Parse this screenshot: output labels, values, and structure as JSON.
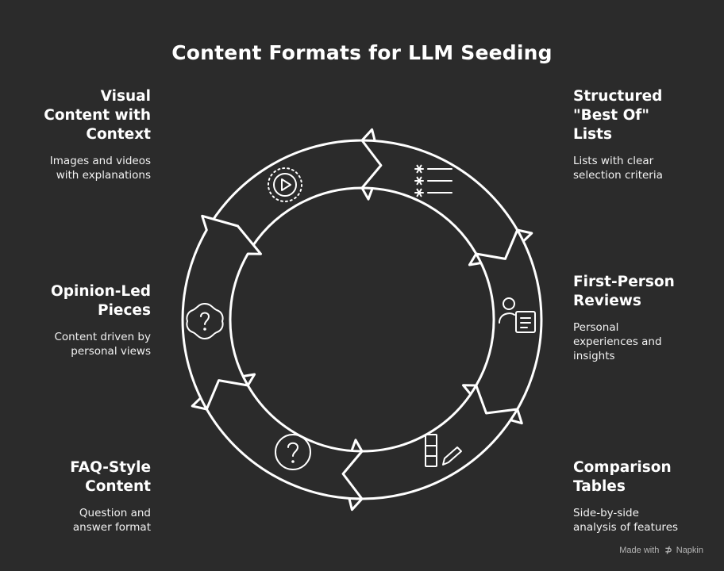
{
  "title": "Content Formats for LLM Seeding",
  "items": [
    {
      "id": "visual",
      "title_lines": [
        "Visual",
        "Content with",
        "Context"
      ],
      "desc_lines": [
        "Images and videos",
        "with explanations"
      ],
      "icon": "play-circle-icon"
    },
    {
      "id": "lists",
      "title_lines": [
        "Structured",
        "\"Best Of\"",
        "Lists"
      ],
      "desc_lines": [
        "Lists with clear",
        "selection criteria"
      ],
      "icon": "asterisk-list-icon"
    },
    {
      "id": "reviews",
      "title_lines": [
        "First-Person",
        "Reviews"
      ],
      "desc_lines": [
        "Personal",
        "experiences and",
        "insights"
      ],
      "icon": "user-document-icon"
    },
    {
      "id": "tables",
      "title_lines": [
        "Comparison",
        "Tables"
      ],
      "desc_lines": [
        "Side-by-side",
        "analysis of features"
      ],
      "icon": "table-pencil-icon"
    },
    {
      "id": "faq",
      "title_lines": [
        "FAQ-Style",
        "Content"
      ],
      "desc_lines": [
        "Question and",
        "answer format"
      ],
      "icon": "question-circle-icon"
    },
    {
      "id": "opinion",
      "title_lines": [
        "Opinion-Led",
        "Pieces"
      ],
      "desc_lines": [
        "Content driven by",
        "personal views"
      ],
      "icon": "question-badge-icon"
    }
  ],
  "credit": {
    "prefix": "Made with",
    "logo": "⊅",
    "brand": "Napkin"
  },
  "colors": {
    "background": "#2b2b2b",
    "stroke": "#ffffff",
    "ring_fill": "#2b2b2b"
  }
}
